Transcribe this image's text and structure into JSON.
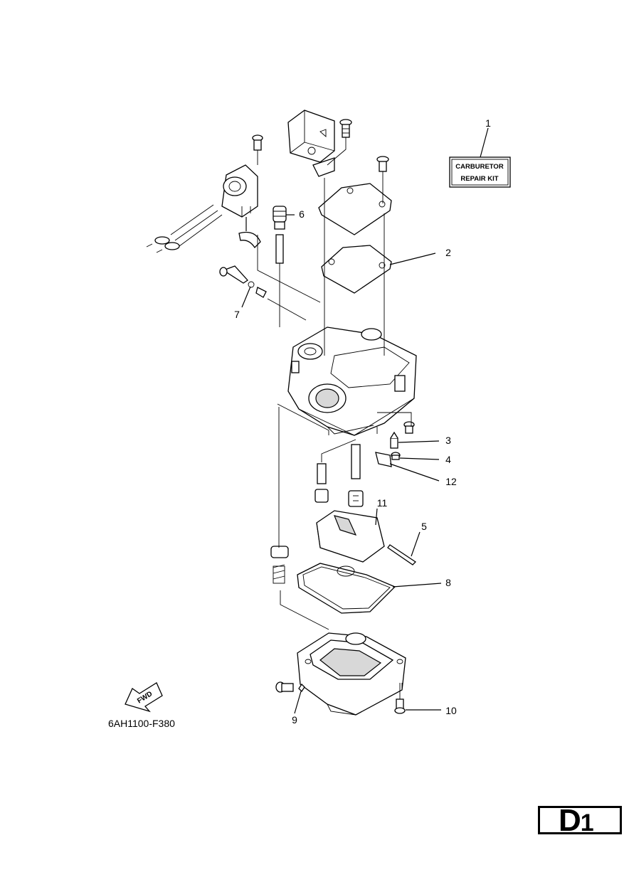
{
  "kit_label": {
    "line1": "CARBURETOR",
    "line2": "REPAIR KIT"
  },
  "callouts": [
    {
      "id": "1",
      "text": "1"
    },
    {
      "id": "2",
      "text": "2"
    },
    {
      "id": "3",
      "text": "3"
    },
    {
      "id": "4",
      "text": "4"
    },
    {
      "id": "5",
      "text": "5"
    },
    {
      "id": "6",
      "text": "6"
    },
    {
      "id": "7",
      "text": "7"
    },
    {
      "id": "8",
      "text": "8"
    },
    {
      "id": "9",
      "text": "9"
    },
    {
      "id": "10",
      "text": "10"
    },
    {
      "id": "11",
      "text": "11"
    },
    {
      "id": "12",
      "text": "12"
    }
  ],
  "fwd_label": "FWD",
  "figure_code": "6AH1100-F380",
  "page_code": {
    "letter": "D",
    "number": "1"
  }
}
